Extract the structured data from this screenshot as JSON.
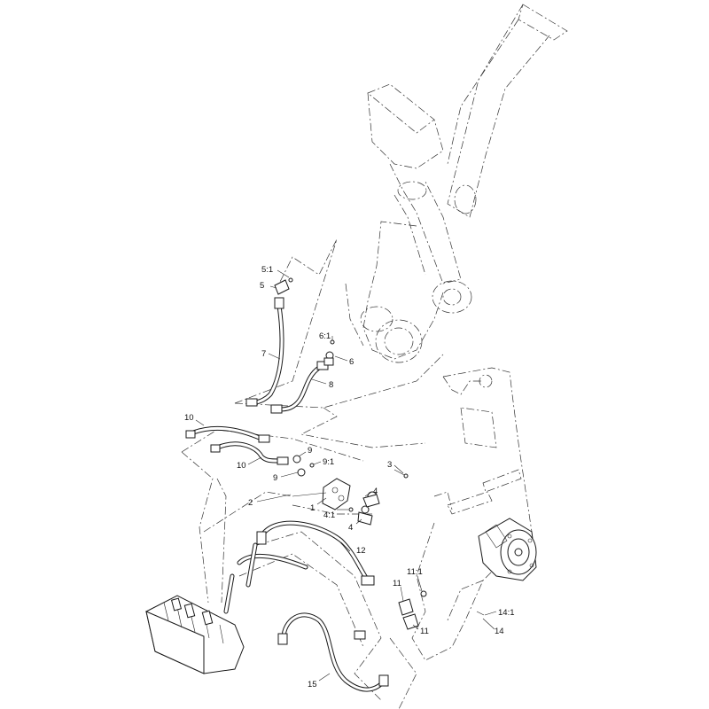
{
  "callouts": [
    {
      "id": "c5-1",
      "text": "5:1"
    },
    {
      "id": "c5",
      "text": "5"
    },
    {
      "id": "c7",
      "text": "7"
    },
    {
      "id": "c6-1",
      "text": "6:1"
    },
    {
      "id": "c6",
      "text": "6"
    },
    {
      "id": "c8",
      "text": "8"
    },
    {
      "id": "c10a",
      "text": "10"
    },
    {
      "id": "c10b",
      "text": "10"
    },
    {
      "id": "c9a",
      "text": "9"
    },
    {
      "id": "c9-1",
      "text": "9:1"
    },
    {
      "id": "c9b",
      "text": "9"
    },
    {
      "id": "c3",
      "text": "3"
    },
    {
      "id": "c2",
      "text": "2"
    },
    {
      "id": "c1",
      "text": "1"
    },
    {
      "id": "c4a",
      "text": "4"
    },
    {
      "id": "c4-1",
      "text": "4:1"
    },
    {
      "id": "c4b",
      "text": "4"
    },
    {
      "id": "c12",
      "text": "12"
    },
    {
      "id": "c11-1",
      "text": "11:1"
    },
    {
      "id": "c11a",
      "text": "11"
    },
    {
      "id": "c11b",
      "text": "11"
    },
    {
      "id": "c14-1",
      "text": "14:1"
    },
    {
      "id": "c14",
      "text": "14"
    },
    {
      "id": "c15",
      "text": "15"
    }
  ]
}
